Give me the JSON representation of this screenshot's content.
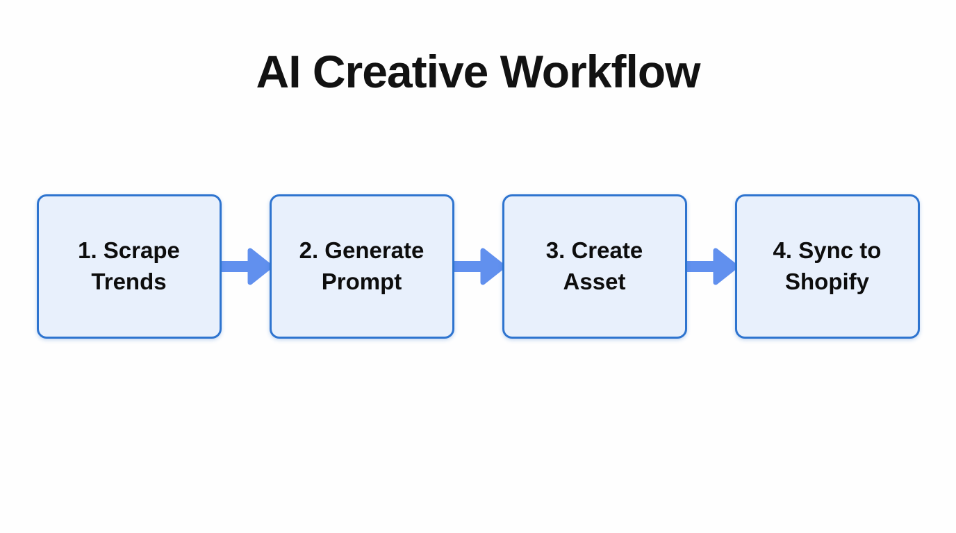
{
  "title": "AI Creative Workflow",
  "steps": [
    {
      "label": "1. Scrape Trends"
    },
    {
      "label": "2. Generate Prompt"
    },
    {
      "label": "3. Create Asset"
    },
    {
      "label": "4. Sync to Shopify"
    }
  ],
  "colors": {
    "background": "#fefefe",
    "box_fill": "#e8f0fc",
    "box_border": "#2e74cf",
    "arrow_blue": "#6190ee",
    "title_text": "#121212",
    "step_text": "#0d0d0d"
  }
}
